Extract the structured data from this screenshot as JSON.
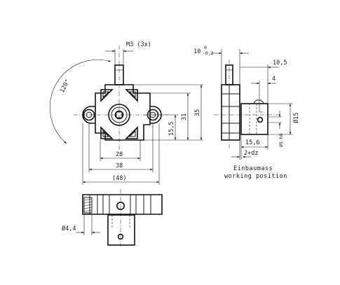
{
  "dimensions": {
    "thread": "M3 (3x)",
    "angle": "120°",
    "w28": "28",
    "w38": "38",
    "w48": "(48)",
    "h15_5": "15,5",
    "h31": "31",
    "h35": "35",
    "side_10": "10",
    "tol_upper": "0",
    "tol_lower": "-0,2",
    "side_10_5": "10,5",
    "side_4": "4",
    "dia15": "Ø15",
    "dia5": "Ø5 h8",
    "len15_6": "15,6",
    "len2dz": "2+dz",
    "dia4_4": "Ø4,4"
  },
  "labels": {
    "mount_de": "Einbaumass",
    "mount_en": "working position"
  }
}
